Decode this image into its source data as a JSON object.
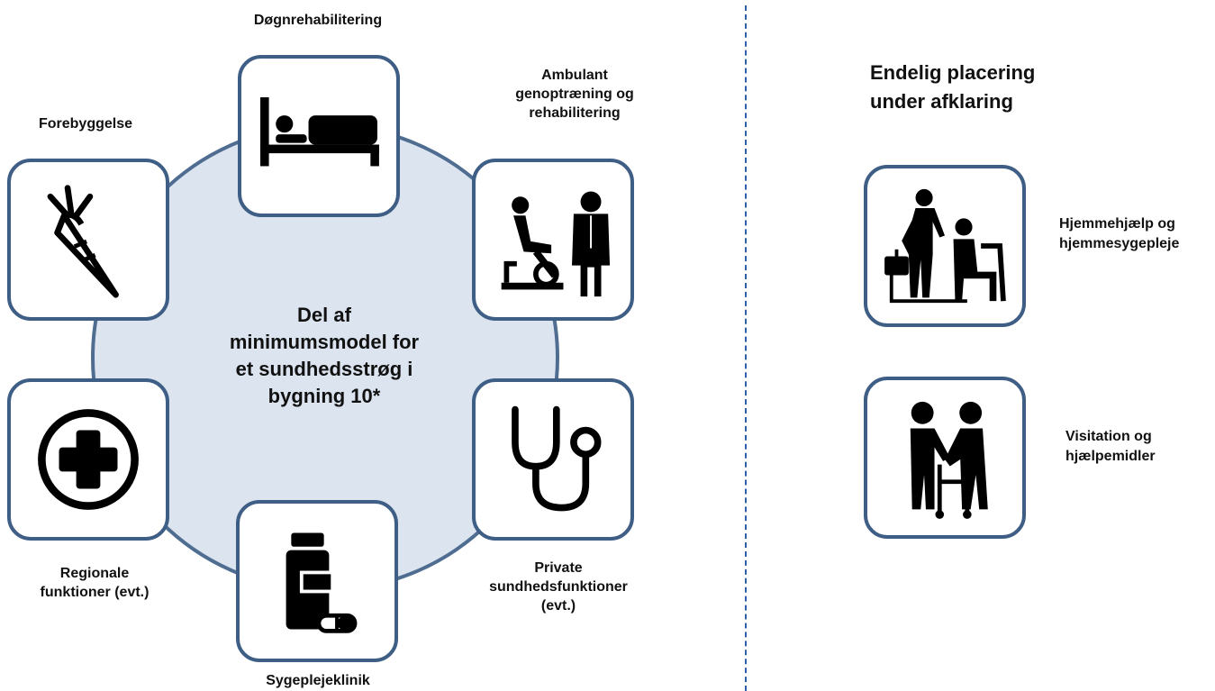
{
  "hub": {
    "text_line1": "Del af",
    "text_line2": "minimumsmodel for",
    "text_line3": "et sundhedsstrøg i",
    "text_line4": "bygning 10*"
  },
  "nodes": {
    "dognrehab": {
      "label": "Døgnrehabilitering",
      "icon": "bed-patient-icon"
    },
    "ambulant": {
      "label_line1": "Ambulant",
      "label_line2": "genoptræning og",
      "label_line3": "rehabilitering",
      "icon": "exercise-bike-doctor-icon"
    },
    "forebyggelse": {
      "label": "Forebyggelse",
      "icon": "carrot-icon"
    },
    "regionale": {
      "label_line1": "Regionale",
      "label_line2": "funktioner (evt.)",
      "icon": "medical-cross-icon"
    },
    "private": {
      "label_line1": "Private",
      "label_line2": "sundhedsfunktioner",
      "label_line3": "(evt.)",
      "icon": "stethoscope-icon"
    },
    "sygepleje": {
      "label": "Sygeplejeklinik",
      "icon": "pill-bottle-icon"
    }
  },
  "right": {
    "title_line1": "Endelig placering",
    "title_line2": "under afklaring",
    "items": [
      {
        "label_line1": "Hjemmehjælp og",
        "label_line2": "hjemmesygepleje",
        "icon": "home-care-nurse-icon"
      },
      {
        "label_line1": "Visitation og",
        "label_line2": "hjælpemidler",
        "icon": "walker-assist-icon"
      }
    ]
  },
  "colors": {
    "hub_fill": "#dce4ef",
    "border": "#3f5e85",
    "divider": "#2f5fa8"
  }
}
